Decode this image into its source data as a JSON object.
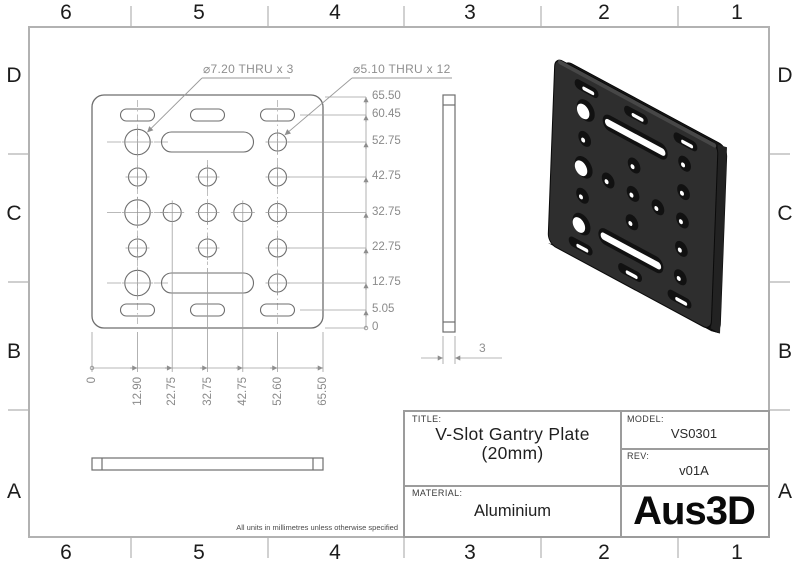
{
  "sheet": {
    "cols": [
      "6",
      "5",
      "4",
      "3",
      "2",
      "1"
    ],
    "rows": [
      "D",
      "C",
      "B",
      "A"
    ],
    "note": "All units in millimetres unless otherwise specified"
  },
  "callouts": {
    "large_hole": "⌀7.20 THRU x 3",
    "small_hole": "⌀5.10 THRU x 12",
    "thickness": "3"
  },
  "dims": {
    "vertical": [
      "65.50",
      "60.45",
      "52.75",
      "42.75",
      "32.75",
      "22.75",
      "12.75",
      "5.05",
      "0"
    ],
    "horizontal": [
      "0",
      "12.90",
      "22.75",
      "32.75",
      "42.75",
      "52.60",
      "65.50"
    ]
  },
  "title_block": {
    "title_label": "TITLE:",
    "title_line1": "V-Slot Gantry Plate",
    "title_line2": "(20mm)",
    "material_label": "MATERIAL:",
    "material": "Aluminium",
    "model_label": "MODEL:",
    "model": "VS0301",
    "rev_label": "REV:",
    "rev": "v01A",
    "logo": "Aus3D"
  },
  "colors": {
    "outline": "#6e6e6e",
    "dim_line": "#9a9a9a",
    "dim_text": "#8a8a8a",
    "border": "#b2b2b2",
    "plate_face": "#2e2e2e"
  }
}
